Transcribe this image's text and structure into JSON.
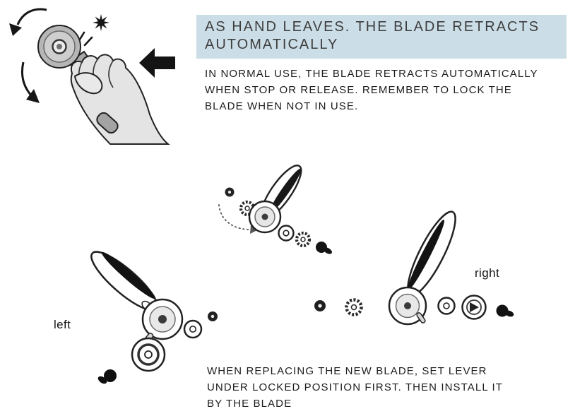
{
  "page": {
    "background": "#ffffff"
  },
  "header": {
    "bg": "#cbdde6",
    "text_color": "#3e3e3e",
    "lines": [
      "AS HAND LEAVES. THE BLADE RETRACTS",
      "AUTOMATICALLY"
    ]
  },
  "intro": {
    "lines": [
      "IN NORMAL USE, THE BLADE RETRACTS AUTOMATICALLY",
      "WHEN STOP OR RELEASE. REMEMBER TO LOCK THE",
      "BLADE WHEN NOT IN USE."
    ]
  },
  "diagram_labels": {
    "left": "left",
    "right": "right"
  },
  "footer": {
    "lines": [
      "WHEN REPLACING THE NEW BLADE, SET LEVER",
      "UNDER LOCKED POSITION FIRST. THEN INSTALL IT",
      "BY THE BLADE"
    ]
  },
  "illustrations": {
    "hand": "hand-swinging-rotary-cutter-with-blade-retract-arrows",
    "exploded_top": "exploded-rotary-cutter-assembly-top",
    "exploded_left": "exploded-rotary-cutter-assembly-left",
    "exploded_right": "exploded-rotary-cutter-assembly-right"
  }
}
